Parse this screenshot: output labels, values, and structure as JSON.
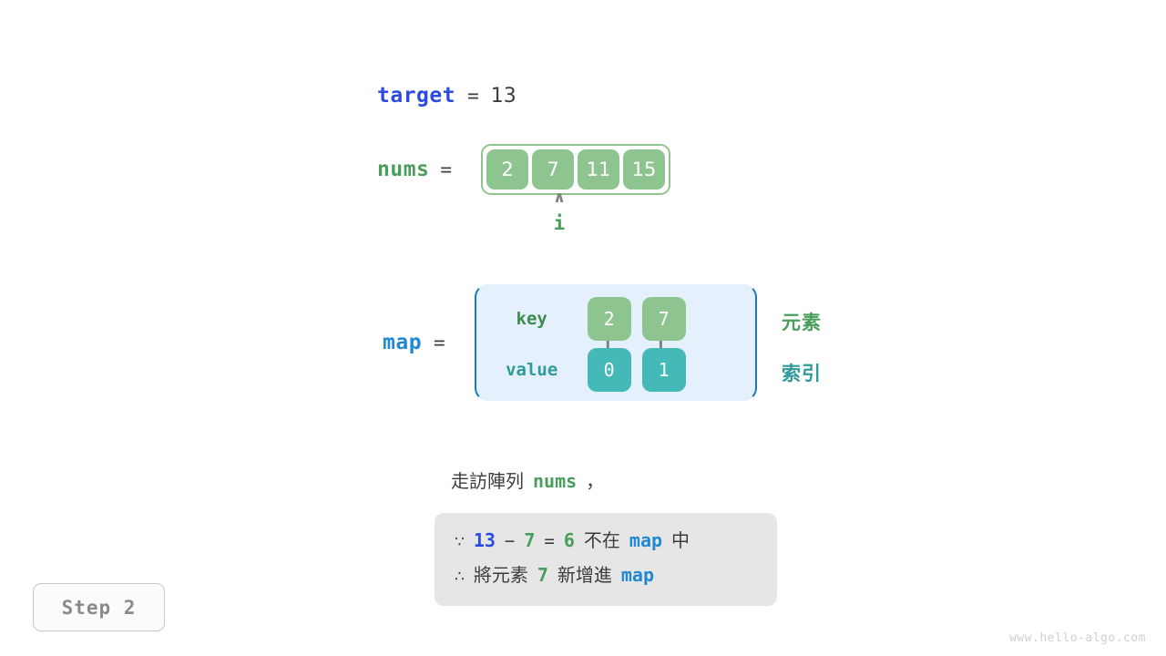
{
  "target": {
    "label": "target",
    "equals": "=",
    "value": "13"
  },
  "nums": {
    "label": "nums",
    "equals": "=",
    "cells": [
      "2",
      "7",
      "11",
      "15"
    ],
    "pointer": {
      "caret": "∧",
      "label": "i",
      "at_index": 1
    }
  },
  "map": {
    "label": "map",
    "equals": "=",
    "key_row_label": "key",
    "value_row_label": "value",
    "keys": [
      "2",
      "7"
    ],
    "values": [
      "0",
      "1"
    ],
    "legend": {
      "element": "元素",
      "index": "索引"
    }
  },
  "caption": {
    "prefix": "走訪陣列",
    "keyword": "nums",
    "suffix": "，"
  },
  "info_box": {
    "line1": {
      "symbol": "∵",
      "a": "13",
      "minus": "−",
      "b": "7",
      "eq": "=",
      "result": "6",
      "text_mid": "不在",
      "keyword": "map",
      "text_end": "中"
    },
    "line2": {
      "symbol": "∴",
      "text_start": "將元素",
      "value": "7",
      "text_mid": "新增進",
      "keyword": "map"
    }
  },
  "step_badge": {
    "label": "Step 2"
  },
  "watermark": {
    "text": "www.hello-algo.com"
  },
  "colors": {
    "target_blue": "#2c4ae0",
    "map_blue": "#2288d4",
    "green": "#4a9e5c",
    "cell_green": "#8ec490",
    "cell_teal": "#45b8b8",
    "teal_text": "#2f9a9a",
    "map_bg": "#e4f0fb",
    "map_border": "#1779c4",
    "info_bg": "#e6e6e6",
    "arrow_gray": "#808080"
  }
}
